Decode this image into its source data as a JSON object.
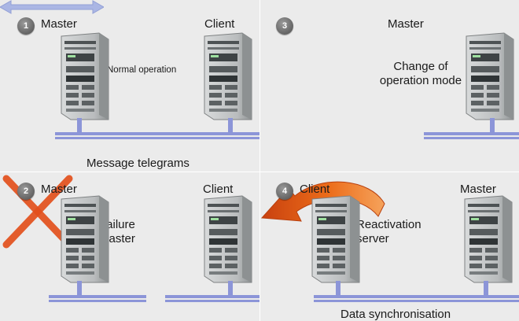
{
  "colors": {
    "panel_bg": "#ebebeb",
    "network": "#8c95d8",
    "arrow_double": "#aab6e4",
    "cross": "#e3501c",
    "sync_arrow": "#ec6d1a"
  },
  "panel1": {
    "step": "1",
    "left_label": "Master",
    "right_label": "Client",
    "caption": "Normal operation",
    "message": "Message telegrams"
  },
  "panel2": {
    "step": "2",
    "left_label": "Master",
    "right_label": "Client",
    "caption_line1": "Failure",
    "caption_line2": "Master"
  },
  "panel3": {
    "step": "3",
    "label": "Master",
    "caption_line1": "Change of",
    "caption_line2": "operation mode"
  },
  "panel4": {
    "step": "4",
    "left_label": "Client",
    "right_label": "Master",
    "caption_line1": "Reactivation",
    "caption_line2": "server",
    "bottom": "Data synchronisation"
  }
}
